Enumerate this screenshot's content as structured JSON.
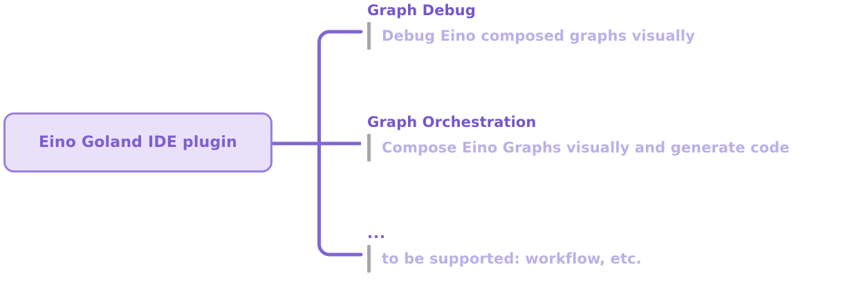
{
  "diagram": {
    "type": "mind-map-bracket",
    "root": {
      "label": "Eino Goland IDE plugin"
    },
    "branches": [
      {
        "title": "Graph Debug",
        "description": "Debug Eino composed graphs visually"
      },
      {
        "title": "Graph Orchestration",
        "description": "Compose Eino Graphs visually and generate code"
      },
      {
        "title": "...",
        "description": "to be supported: workflow, etc."
      }
    ],
    "colors": {
      "box_fill": "#e9e0fa",
      "box_border": "#9a7fe0",
      "box_text": "#7d5fd0",
      "connector": "#8165d4",
      "branch_title": "#7557cc",
      "branch_description": "#bcb0e8",
      "accent_bar": "#a6a6ae",
      "background": "#ffffff"
    }
  }
}
